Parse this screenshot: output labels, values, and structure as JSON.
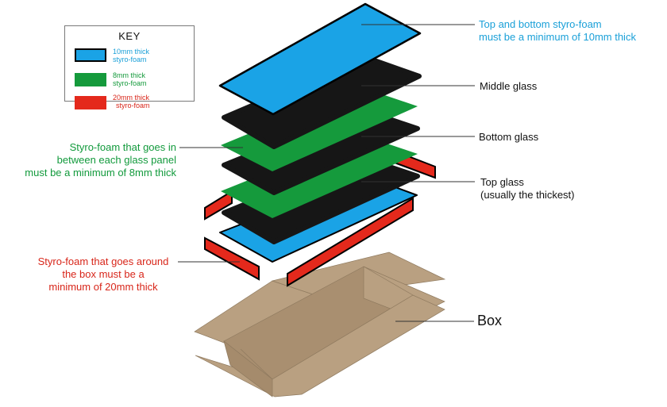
{
  "key": {
    "title": "KEY",
    "items": [
      {
        "line1": "10mm thick",
        "line2": "styro-foam",
        "color": "#1aa3e6"
      },
      {
        "line1": "8mm thick",
        "line2": "styro-foam",
        "color": "#159a3c"
      },
      {
        "line1": "20mm thick",
        "line2": "styro-foam",
        "color": "#e4291c"
      }
    ]
  },
  "labels": {
    "top_bottom_styrofoam": {
      "line1": "Top and bottom styro-foam",
      "line2": "must be a minimum of 10mm thick"
    },
    "middle_glass": "Middle glass",
    "bottom_glass": "Bottom glass",
    "top_glass": {
      "line1": "Top glass",
      "line2": "(usually the thickest)"
    },
    "styrofoam_between": {
      "line1": "Styro-foam that goes in",
      "line2": "between each glass panel",
      "line3": "must be a minimum of 8mm thick"
    },
    "styrofoam_around": {
      "line1": "Styro-foam that goes around",
      "line2": "the box must be a",
      "line3": "minimum of 20mm thick"
    },
    "box": "Box"
  },
  "colors": {
    "blue": "#1aa3e6",
    "green": "#159a3c",
    "red": "#e4291c",
    "glass": "#161616",
    "cardboard": "#b9a081"
  }
}
